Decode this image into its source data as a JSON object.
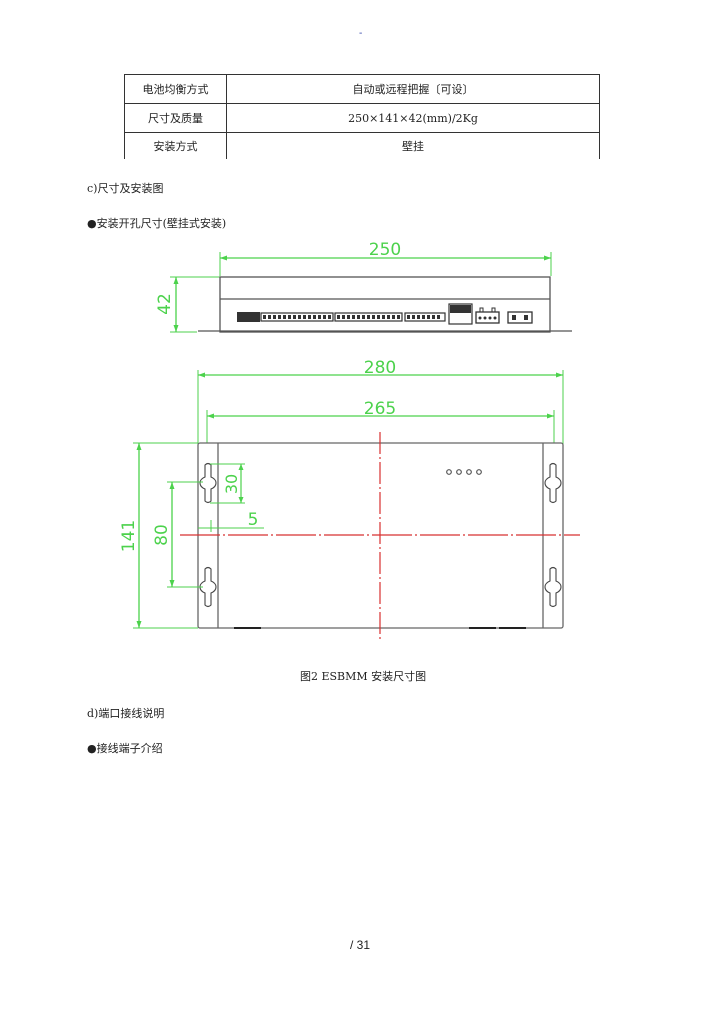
{
  "header": {
    "mark": "-"
  },
  "spec_table": {
    "rows": [
      {
        "key": "电池均衡方式",
        "value": "自动或远程把握〔可设〕"
      },
      {
        "key": "尺寸及质量",
        "value": "250×141×42(mm)/2Kg"
      },
      {
        "key": "安装方式",
        "value": "壁挂"
      }
    ]
  },
  "sections": {
    "c_heading": "c)尺寸及安装图",
    "c_bullet": "●安装开孔尺寸(壁挂式安装)",
    "d_heading": "d)端口接线说明",
    "d_bullet": "●接线端子介绍"
  },
  "figure": {
    "caption": "图2 ESBMM 安装尺寸图",
    "side_view": {
      "width_label": "250",
      "height_label": "42"
    },
    "top_view": {
      "outer_width_label": "280",
      "hole_span_label": "265",
      "height_label": "141",
      "hole_pitch_label": "80",
      "slot_length_label": "30",
      "edge_offset_label": "5",
      "led_count": 4
    },
    "colors": {
      "dimension": "#4cd24c",
      "centerline": "#d83030",
      "outline": "#555555"
    }
  },
  "footer": {
    "page": "/ 31"
  }
}
